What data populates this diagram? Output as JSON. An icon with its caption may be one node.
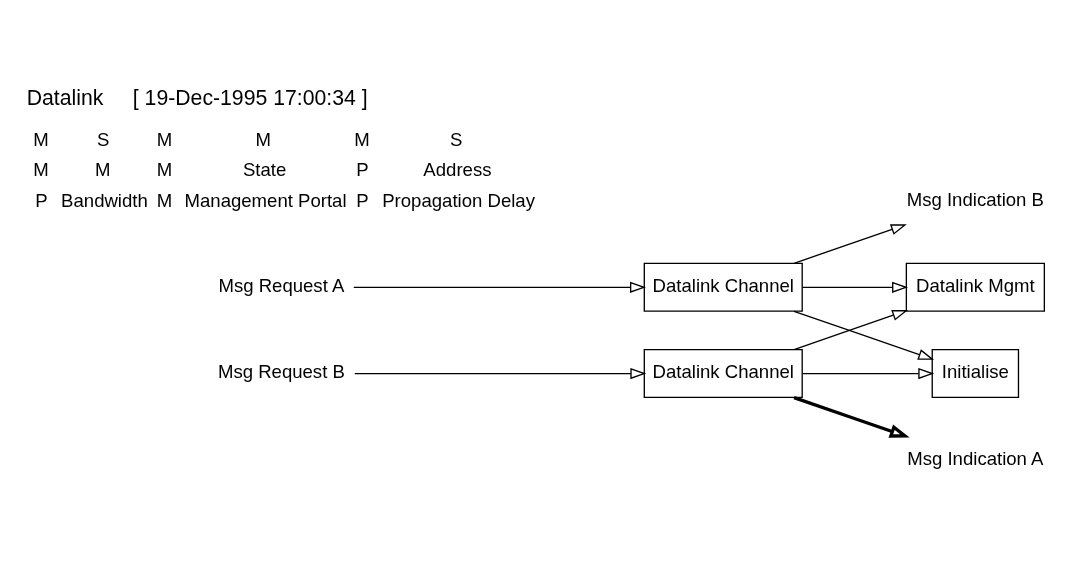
{
  "diagram": {
    "title": "Datalink     [ 19-Dec-1995 17:00:34 ]",
    "nodes": [
      {
        "text": [
          "Msg Request A"
        ]
      },
      {
        "text": [
          "Datalink Channel"
        ]
      },
      {
        "text": [
          "Msg Indication B"
        ]
      },
      {
        "text": [
          "Msg Request B"
        ]
      },
      {
        "text": [
          "Msg Indication A"
        ]
      },
      {
        "text": [
          "Datalink Channel"
        ]
      },
      {
        "text": [
          "Datalink Mgmt"
        ]
      },
      {
        "text": [
          "Initialise"
        ]
      }
    ],
    "edges": [
      {
        "from": 0,
        "to": 1,
        "arrow": "to"
      },
      {
        "from": 1,
        "to": 2,
        "arrow": "to"
      },
      {
        "from": 3,
        "to": 5,
        "arrow": "to"
      },
      {
        "from": 5,
        "to": 4,
        "arrow": "to",
        "style": "thick"
      },
      {
        "from": 1,
        "to": 6,
        "arrow": "to"
      },
      {
        "from": 1,
        "to": 7,
        "arrow": "to"
      },
      {
        "from": 5,
        "to": 6,
        "arrow": "to"
      },
      {
        "from": 5,
        "to": 7,
        "arrow": "to"
      }
    ],
    "labels": [
      "M",
      "S",
      "M",
      "M",
      "M",
      "S",
      "M",
      "M",
      "M",
      "State",
      "P",
      "Address",
      "P",
      "Bandwidth",
      "M",
      "Management Portal",
      "P",
      "Propagation Delay"
    ]
  }
}
